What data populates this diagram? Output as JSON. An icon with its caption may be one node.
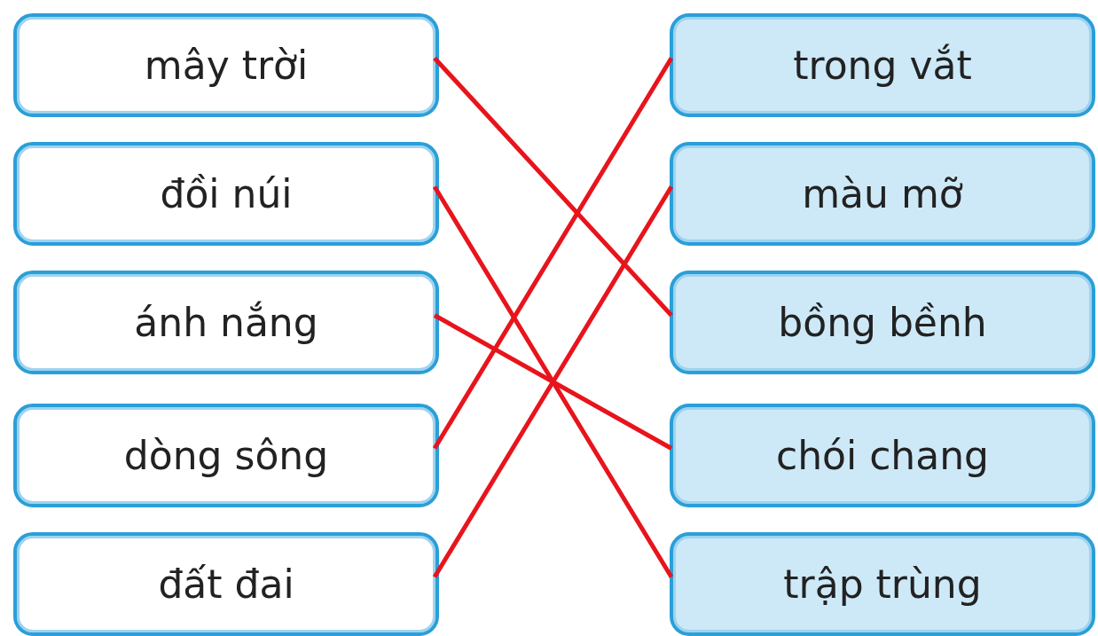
{
  "diagram": {
    "nodes": [
      {
        "text": [
          "mây trời"
        ]
      },
      {
        "text": [
          "đồi núi"
        ]
      },
      {
        "text": [
          "ánh nắng"
        ]
      },
      {
        "text": [
          "dòng sông"
        ]
      },
      {
        "text": [
          "đất đai"
        ]
      },
      {
        "text": [
          "trong vắt"
        ]
      },
      {
        "text": [
          "màu mỡ"
        ]
      },
      {
        "text": [
          "bồng bềnh"
        ]
      },
      {
        "text": [
          "chói chang"
        ]
      },
      {
        "text": [
          "trập trùng"
        ]
      }
    ],
    "edges": [
      {
        "from": 0,
        "to": 7,
        "arrow": "none"
      },
      {
        "from": 1,
        "to": 9,
        "arrow": "none"
      },
      {
        "from": 2,
        "to": 8,
        "arrow": "none"
      },
      {
        "from": 3,
        "to": 5,
        "arrow": "none"
      },
      {
        "from": 4,
        "to": 6,
        "arrow": "none"
      }
    ]
  }
}
